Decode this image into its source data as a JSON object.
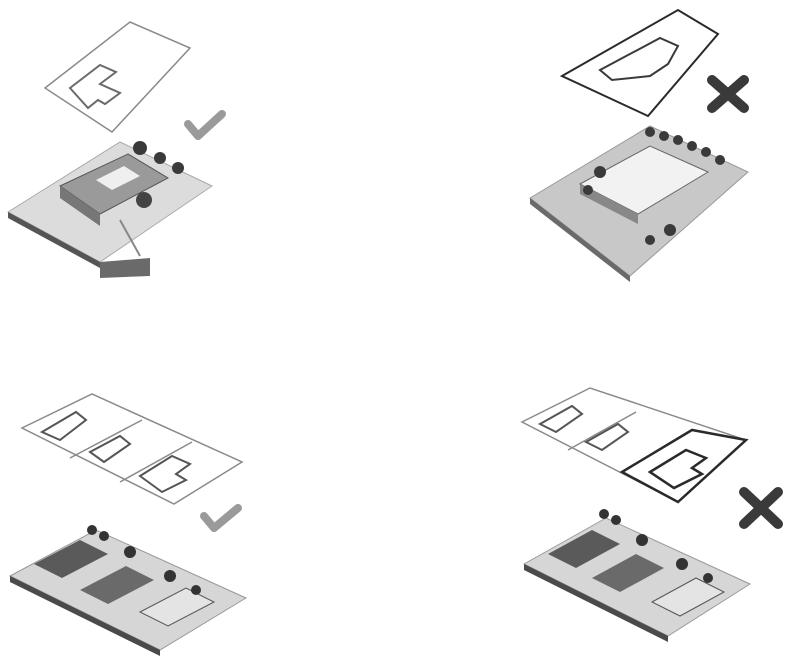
{
  "colors": {
    "background": "#ffffff",
    "outline_light": "#8a8a8a",
    "outline_bold": "#2a2a2a",
    "check": "#9a9a9a",
    "cross": "#3a3a3a",
    "model_light": "#cfcfcf",
    "model_mid": "#9a9a9a",
    "model_dark": "#4a4a4a"
  },
  "panels": [
    {
      "id": "single-plot-fits",
      "verdict": "check",
      "verdict_icon": "check-mark-icon"
    },
    {
      "id": "single-plot-mismatch",
      "verdict": "cross",
      "verdict_icon": "cross-mark-icon"
    },
    {
      "id": "three-plots-fit",
      "verdict": "check",
      "verdict_icon": "check-mark-icon"
    },
    {
      "id": "three-plots-mismatch",
      "verdict": "cross",
      "verdict_icon": "cross-mark-icon"
    }
  ]
}
